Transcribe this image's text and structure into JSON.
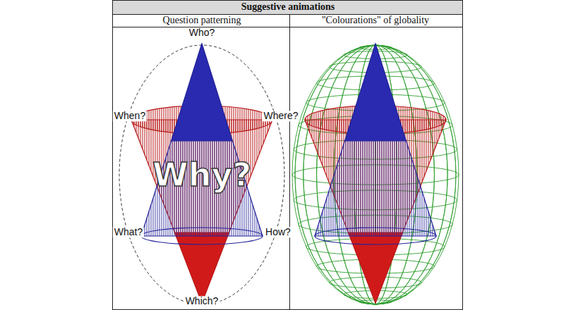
{
  "diagram": {
    "title": "Suggestive animations",
    "labels": [
      "Question patterning",
      "\"Colourations\" of globality",
      "Who?",
      "When?",
      "Where?",
      "What?",
      "How?",
      "Which?",
      "Why?"
    ]
  }
}
